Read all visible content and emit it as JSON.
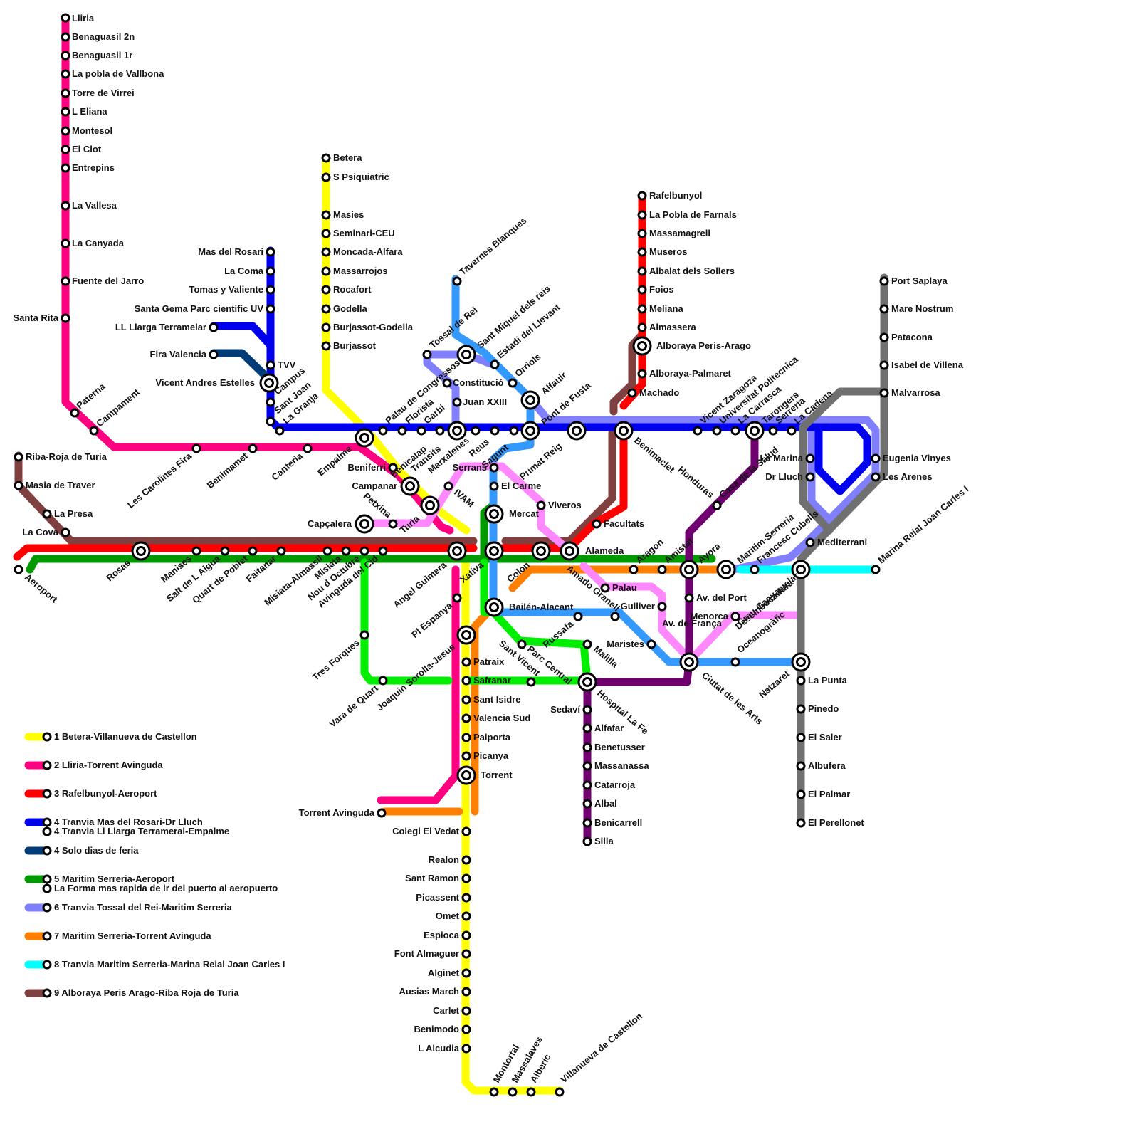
{
  "colors": {
    "l1": "#ffff00",
    "l2": "#ff0080",
    "l3": "#ff0000",
    "l4": "#0000f0",
    "l4b": "#003c78",
    "l5": "#009900",
    "l5b": "#00ee00",
    "l6": "#8080ff",
    "l7": "#ff8000",
    "l8": "#00ffff",
    "l9": "#804040",
    "lblue": "#3399ff",
    "lpink": "#ff88ff",
    "lpurple": "#700070",
    "lgrey": "#707070"
  },
  "stations": {
    "lliria": "Lliria",
    "benaguasil2": "Benaguasil 2n",
    "benaguasil1": "Benaguasil 1r",
    "pobla_vallbona": "La pobla de Vallbona",
    "torre_virrei": "Torre de Virrei",
    "leliana": "L Eliana",
    "montesol": "Montesol",
    "elclot": "El Clot",
    "entrepins": "Entrepins",
    "vallesa": "La Vallesa",
    "canyada": "La Canyada",
    "fuente_jarro": "Fuente del Jarro",
    "santa_rita": "Santa Rita",
    "paterna": "Paterna",
    "campament": "Campament",
    "carolines": "Les Carolines Fira",
    "benimamet": "Benimamet",
    "canteria": "Canteria",
    "empalme": "Empalme",
    "betera": "Betera",
    "s_psiq": "S Psiquiatric",
    "masies": "Masies",
    "seminari": "Seminari-CEU",
    "moncada": "Moncada-Alfara",
    "massarrojos": "Massarrojos",
    "rocafort": "Rocafort",
    "godella": "Godella",
    "burj_godella": "Burjassot-Godella",
    "burjassot": "Burjassot",
    "mas_rosari": "Mas del Rosari",
    "la_coma": "La Coma",
    "tomas": "Tomas y Valiente",
    "santa_gema": "Santa Gema Parc cientific UV",
    "ll_llarga": "LL Llarga Terramelar",
    "fira_valencia": "Fira Valencia",
    "tvv": "TVV",
    "vicent_andres": "Vicent Andres Estelles",
    "campus": "Campus",
    "sant_joan": "Sant Joan",
    "la_granja": "La Granja",
    "palau_congressos": "Palau de Congressos",
    "florista": "Florista",
    "garbi": "Garbi",
    "benicalap": "Benicalap",
    "beniferri": "Beniferri",
    "campanar": "Campanar",
    "petxina": "Petxina",
    "turia": "Turia",
    "ivam": "IVAM",
    "tossal": "Tossal de Rei",
    "constitucio": "Constitució",
    "juan23": "Juan XXIII",
    "transits": "Transits",
    "marxalenes": "Marxalenes",
    "reus": "Reus",
    "sagunt": "Sagunt",
    "tavernes": "Tavernes Blanques",
    "sant_miquel": "Sant Miquel dels reis",
    "estadi": "Estadi del Llevant",
    "orriols": "Orriols",
    "alfauir": "Alfauir",
    "pont_fusta": "Pont de Fusta",
    "primat": "Primat Reig",
    "benimaclet": "Benimaclet",
    "rafelbunyol": "Rafelbunyol",
    "pobla_farnals": "La Pobla de Farnals",
    "massamagrell": "Massamagrell",
    "museros": "Museros",
    "albalat": "Albalat dels Sollers",
    "foios": "Foios",
    "meliana": "Meliana",
    "almassera": "Almassera",
    "alboraya_peris": "Alboraya Peris-Arago",
    "alboraya_palm": "Alboraya-Palmaret",
    "machado": "Machado",
    "vicent_zaragoza": "Vicent Zaragoza",
    "univ_politecnica": "Universitat Politecnica",
    "la_carrasca": "La Carrasca",
    "tarongers": "Tarongers",
    "serreria": "Serreria",
    "la_cadena": "La Cadena",
    "port_saplaya": "Port Saplaya",
    "mare_nostrum": "Mare Nostrum",
    "patacona": "Patacona",
    "isabel_villena": "Isabel de Villena",
    "malvarrosa": "Malvarrosa",
    "eugenia": "Eugenia Vinyes",
    "les_arenes": "Les Arenes",
    "la_marina": "La Marina",
    "dr_lluch": "Dr Lluch",
    "mediterrani": "Mediterrani",
    "honduras": "Honduras",
    "casa_salud": "Casa de la Salud",
    "ayora": "Ayora",
    "amistat": "Amistat",
    "maritim": "Maritim-Serreria",
    "francesc": "Francesc Cubells",
    "marina_reial": "Marina Reial Joan Carles I",
    "desembocadura": "Desembocadura",
    "natzaret": "Natzaret",
    "la_punta": "La Punta",
    "pinedo": "Pinedo",
    "el_saler": "El Saler",
    "albufera": "Albufera",
    "el_palmar": "El Palmar",
    "el_perellonet": "El Perellonet",
    "riba_roja": "Riba-Roja de Turia",
    "masia_traver": "Masia de Traver",
    "la_presa": "La Presa",
    "la_cova": "La Cova",
    "aeroport": "Aeroport",
    "rosas": "Rosas",
    "manises": "Manises",
    "salt_aigua": "Salt de L Aigua",
    "quart_poblet": "Quart de Poblet",
    "faitanar": "Faitanar",
    "misiata_almassil": "Misiata-Almassil",
    "misiata": "Misiata",
    "nou_octubre": "Nou d Octubre",
    "av_cid": "Avinguda del Cid",
    "angel_guimera": "Angel Guimera",
    "xativa": "Xativa",
    "colon": "Colon",
    "alameda": "Alameda",
    "amado_granell": "Amado Granell",
    "facultats": "Facultats",
    "serrans": "Serrans",
    "el_carme": "El Carme",
    "mercat": "Mercat",
    "viveros": "Viveros",
    "aragon": "Aragon",
    "capcalera": "Capçalera",
    "tres_forques": "Tres Forques",
    "vara_quart": "Vara de Quart",
    "pl_espanya": "Pl Espanya",
    "joaquin_sorolla": "Joaquin Sorolla-Jesus",
    "bailen": "Bailén-Alacant",
    "palau": "Palau",
    "gulliver": "Gulliver",
    "russafa": "Russafa",
    "av_franca": "Av. de França",
    "maristes": "Maristes",
    "av_port": "Av. del Port",
    "menorca": "Menorca",
    "grau": "Grau-Canyamelar",
    "oceanografic": "Oceanogràfic",
    "ciutat_arts": "Ciutat de les Arts",
    "sant_vicent": "Sant Vicent",
    "parc_central": "Parc Central",
    "malilla": "Malilla",
    "hospital_fe": "Hospital La Fe",
    "sedavi": "Sedaví",
    "alfafar": "Alfafar",
    "benetusser": "Benetusser",
    "massanassa": "Massanassa",
    "catarroja": "Catarroja",
    "albal": "Albal",
    "benicarrell": "Benicarrell",
    "silla": "Silla",
    "patraix": "Patraix",
    "safranar": "Safranar",
    "sant_isidre": "Sant Isidre",
    "valencia_sud": "Valencia Sud",
    "paiporta": "Paiporta",
    "picanya": "Picanya",
    "torrent": "Torrent",
    "torrent_avinguda": "Torrent Avinguda",
    "colegi_vedat": "Colegi El Vedat",
    "realon": "Realon",
    "sant_ramon": "Sant Ramon",
    "picassent": "Picassent",
    "omet": "Omet",
    "espioca": "Espioca",
    "font_almaguer": "Font Almaguer",
    "alginet": "Alginet",
    "ausias_march": "Ausias March",
    "carlet": "Carlet",
    "benimodo": "Benimodo",
    "l_alcudia": "L Alcudia",
    "montortal": "Montortal",
    "massalaves": "Massalaves",
    "alberic": "Alberic",
    "villanueva": "Villanueva de Castellon"
  },
  "legend": [
    {
      "label": "1 Betera-Villanueva de Castellon",
      "color": "#ffff00"
    },
    {
      "label": "2 Lliria-Torrent Avinguda",
      "color": "#ff0080"
    },
    {
      "label": "3 Rafelbunyol-Aeroport",
      "color": "#ff0000"
    },
    {
      "label": "4 Tranvia Mas del Rosari-Dr Lluch",
      "label2": "4 Tranvia Ll Llarga Terrameral-Empalme",
      "color": "#0000f0"
    },
    {
      "label": "4 Solo dias de feria",
      "color": "#003c78"
    },
    {
      "label": "5 Maritim Serreria-Aeroport",
      "label2": "La Forma mas rapida de ir del puerto al aeropuerto",
      "color": "#009900"
    },
    {
      "label": "6 Tranvia Tossal del Rei-Maritim Serreria",
      "color": "#8080ff"
    },
    {
      "label": "7 Maritim Serreria-Torrent Avinguda",
      "color": "#ff8000"
    },
    {
      "label": "8 Tranvia Maritim Serreria-Marina Reial Joan Carles I",
      "color": "#00ffff"
    },
    {
      "label": "9 Alboraya Peris Arago-Riba Roja de Turia",
      "color": "#804040"
    }
  ]
}
